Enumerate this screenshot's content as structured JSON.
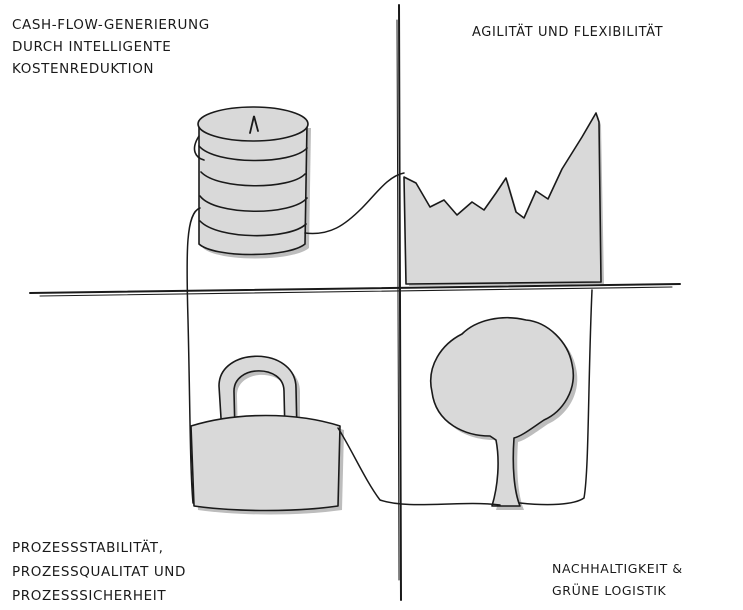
{
  "quadrants": {
    "top_left": {
      "lines": [
        "Cash-Flow-Generierung",
        "durch intelligente",
        "Kostenreduktion"
      ]
    },
    "top_right": {
      "lines": [
        "Agilität und Flexibilität"
      ]
    },
    "bottom_left": {
      "lines": [
        "Prozessstabilität,",
        "Prozessqualitat und",
        "Prozesssicherheit"
      ]
    },
    "bottom_right": {
      "lines": [
        "Nachhaltigkeit &",
        "Grüne Logistik"
      ]
    }
  },
  "icons": {
    "top_left": "coin-stack-icon",
    "top_right": "area-graph-icon",
    "bottom_left": "padlock-icon",
    "bottom_right": "tree-icon"
  },
  "colors": {
    "ink": "#1a1a1a",
    "fill": "#d9d9d9",
    "shadow": "#bdbdbd"
  }
}
